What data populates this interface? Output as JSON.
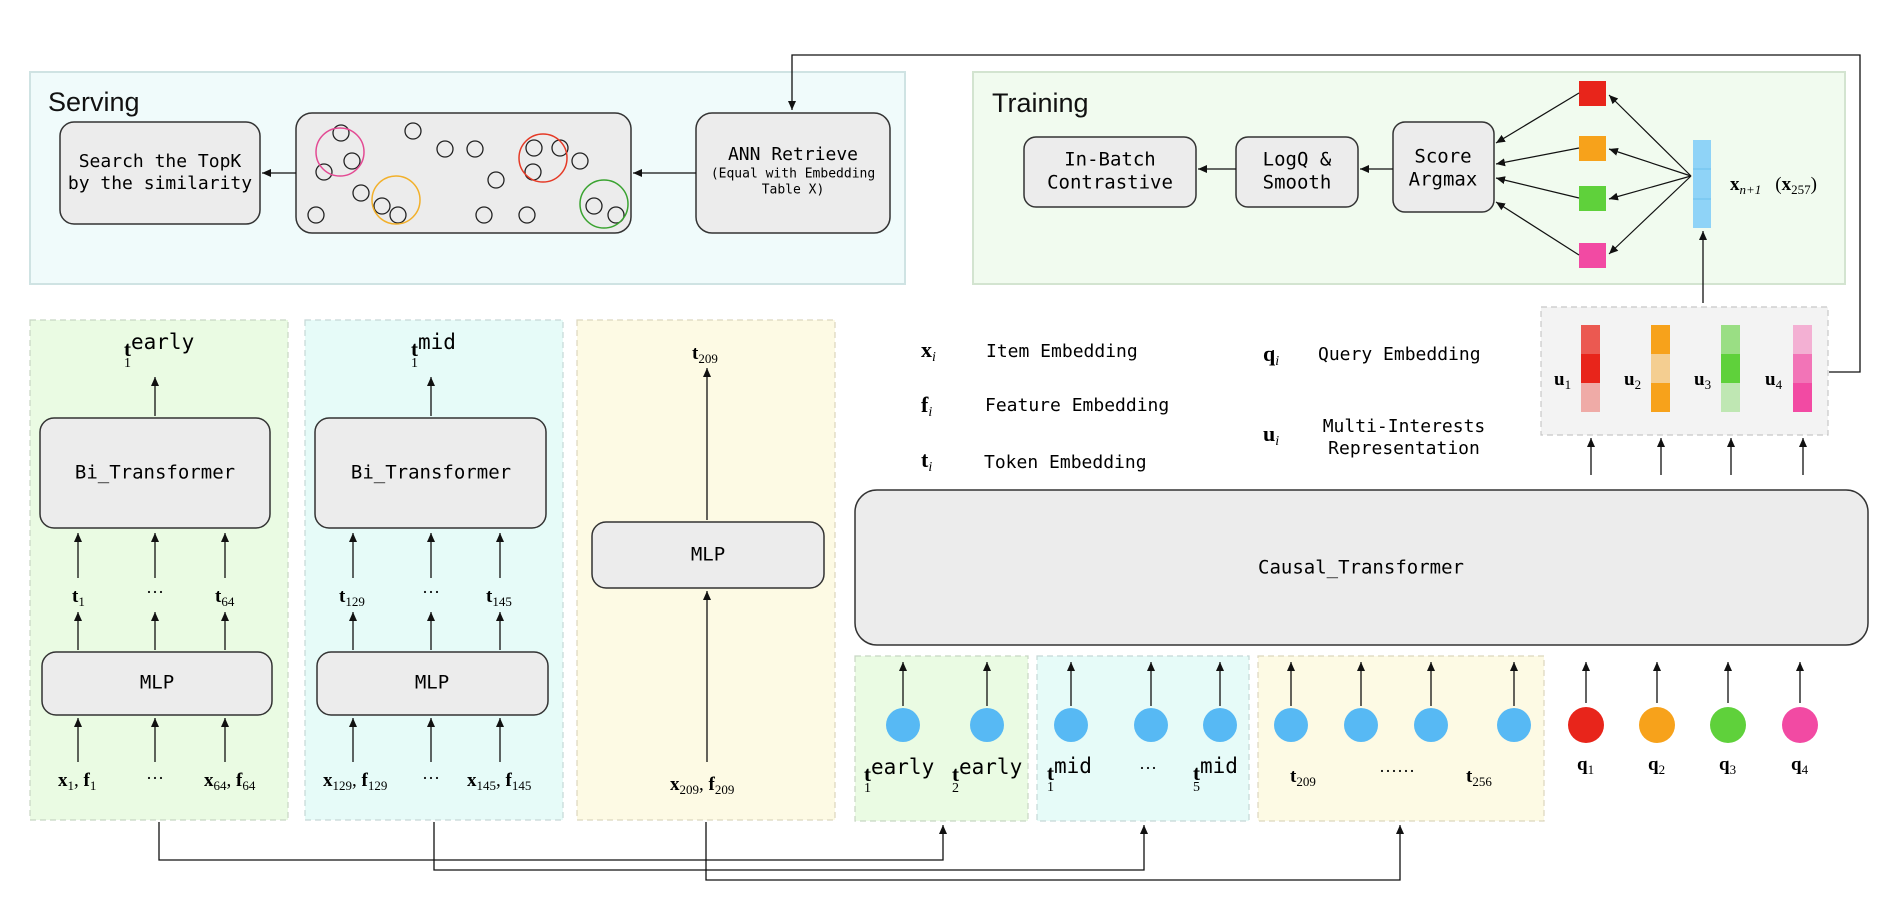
{
  "serving": {
    "title": "Serving",
    "search_l1": "Search the TopK",
    "search_l2": "by the similarity",
    "ann_l1": "ANN Retrieve",
    "ann_l2": "(Equal with Embedding",
    "ann_l3": "Table X)"
  },
  "training": {
    "title": "Training",
    "inbatch_l1": "In-Batch",
    "inbatch_l2": "Contrastive",
    "logq_l1": "LogQ &",
    "logq_l2": "Smooth",
    "score_l1": "Score",
    "score_l2": "Argmax",
    "target_main": "x",
    "target_sub": "n+1",
    "target_paren_open": "(",
    "target_paren_main": "x",
    "target_paren_sub": "257",
    "target_paren_close": ")"
  },
  "legend": {
    "x_sym": "x",
    "x_sub": "i",
    "x_label": "Item Embedding",
    "f_sym": "f",
    "f_sub": "i",
    "f_label": "Feature Embedding",
    "t_sym": "t",
    "t_sub": "i",
    "t_label": "Token Embedding",
    "q_sym": "q",
    "q_sub": "i",
    "q_label": "Query Embedding",
    "u_sym": "u",
    "u_sub": "i",
    "u_label_l1": "Multi-Interests",
    "u_label_l2": "Representation"
  },
  "early": {
    "out_sym": "t",
    "out_sub": "1",
    "out_sup": "early",
    "transformer": "Bi_Transformer",
    "mid_left_sym": "t",
    "mid_left_sub": "1",
    "mid_dots": "···",
    "mid_right_sym": "t",
    "mid_right_sub": "64",
    "mlp": "MLP",
    "in_left": "x",
    "in_left_sub": "1",
    "in_left_comma": ", ",
    "in_left_f": "f",
    "in_left_fsub": "1",
    "in_dots": "···",
    "in_right": "x",
    "in_right_sub": "64",
    "in_right_comma": ", ",
    "in_right_f": "f",
    "in_right_fsub": "64"
  },
  "mid": {
    "out_sym": "t",
    "out_sub": "1",
    "out_sup": "mid",
    "transformer": "Bi_Transformer",
    "mid_left_sym": "t",
    "mid_left_sub": "129",
    "mid_dots": "···",
    "mid_right_sym": "t",
    "mid_right_sub": "145",
    "mlp": "MLP",
    "in_left": "x",
    "in_left_sub": "129",
    "in_left_comma": ", ",
    "in_left_f": "f",
    "in_left_fsub": "129",
    "in_dots": "···",
    "in_right": "x",
    "in_right_sub": "145",
    "in_right_comma": ", ",
    "in_right_f": "f",
    "in_right_fsub": "145"
  },
  "late": {
    "out_sym": "t",
    "out_sub": "209",
    "mlp": "MLP",
    "in_x": "x",
    "in_x_sub": "209",
    "in_comma": ", ",
    "in_f": "f",
    "in_f_sub": "209"
  },
  "causal": {
    "label": "Causal_Transformer"
  },
  "tokens": {
    "early_a_sym": "t",
    "early_a_sub": "1",
    "early_a_sup": "early",
    "early_b_sym": "t",
    "early_b_sub": "2",
    "early_b_sup": "early",
    "mid_a_sym": "t",
    "mid_a_sub": "1",
    "mid_a_sup": "mid",
    "mid_dots": "···",
    "mid_b_sym": "t",
    "mid_b_sub": "5",
    "mid_b_sup": "mid",
    "late_a_sym": "t",
    "late_a_sub": "209",
    "late_dots": "······",
    "late_b_sym": "t",
    "late_b_sub": "256"
  },
  "queries": [
    {
      "sym": "q",
      "sub": "1",
      "color": "#e8251b"
    },
    {
      "sym": "q",
      "sub": "2",
      "color": "#f7a21b"
    },
    {
      "sym": "q",
      "sub": "3",
      "color": "#5fd13b"
    },
    {
      "sym": "q",
      "sub": "4",
      "color": "#f24aa3"
    }
  ],
  "interests": [
    {
      "sym": "u",
      "sub": "1",
      "color": "#e8251b"
    },
    {
      "sym": "u",
      "sub": "2",
      "color": "#f7a21b"
    },
    {
      "sym": "u",
      "sub": "3",
      "color": "#5fd13b"
    },
    {
      "sym": "u",
      "sub": "4",
      "color": "#f24aa3"
    }
  ],
  "colors": {
    "serving_bg": "#f0fbfb",
    "training_bg": "#f1fbef",
    "early_bg": "#eafbe3",
    "mid_bg": "#e6fbf8",
    "late_bg": "#fdfae4",
    "token_blue": "#57b9f4",
    "target_blue": "#8fd3f7"
  }
}
